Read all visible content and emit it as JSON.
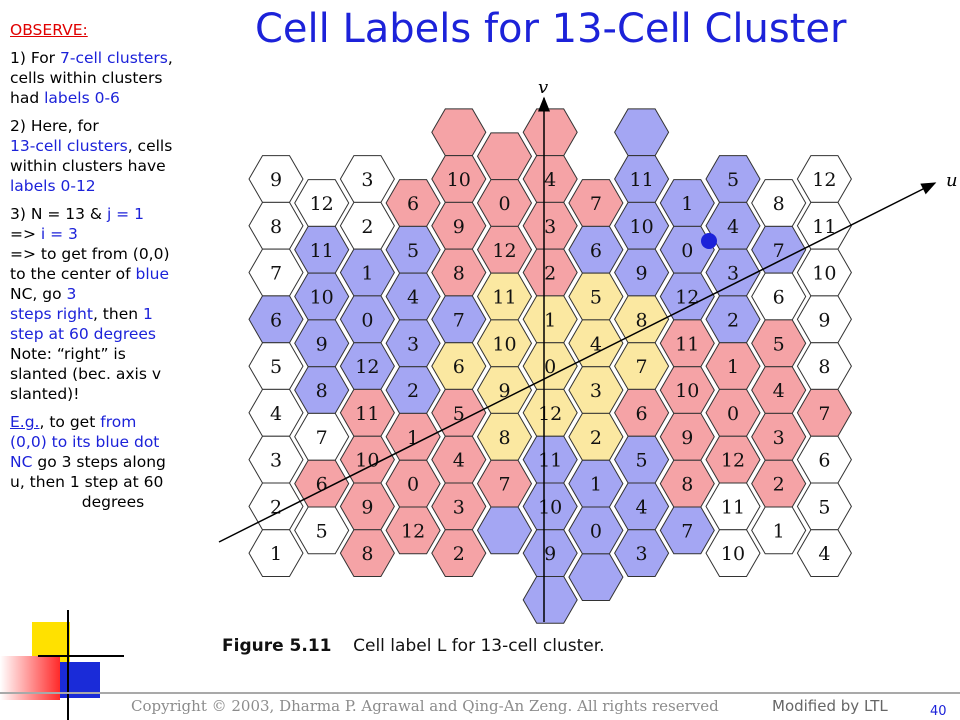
{
  "slide": {
    "title": "Cell Labels for 13-Cell Cluster",
    "page_number": "40",
    "copyright": "Copyright © 2003, Dharma P. Agrawal and Qing-An Zeng. All rights reserved",
    "modified": "Modified  by LTL"
  },
  "notes": {
    "observe": "OBSERVE:",
    "p1": {
      "a": "1) For ",
      "b": "7-cell clusters",
      "c": ",",
      "d": "cells within clusters",
      "e": "had ",
      "f": "labels 0-6"
    },
    "p2": {
      "a": "2) Here, for",
      "b": "13-cell clusters",
      "c": ", cells",
      "d": "within clusters have",
      "e": "labels 0-12"
    },
    "p3": {
      "a": "3) N = 13 & ",
      "b": "j = 1",
      "c": "=> ",
      "d": "i = 3",
      "e": "=> to get from (0,0)",
      "f": "to the center of ",
      "g": "blue",
      "h": "NC, go ",
      "i": "3",
      "j": "steps right",
      "k": ", then ",
      "l": "1",
      "m": "step at 60 degrees",
      "n": "Note: “right” is",
      "o": "slanted (bec. axis v",
      "p": "slanted)!"
    },
    "p4": {
      "a": "E.g.",
      "b": ", to get ",
      "c": "from",
      "d": "(0,0) to its blue dot",
      "e": "NC",
      "f": " go 3 steps along",
      "g": "u, then 1 step at 60",
      "h": "degrees"
    }
  },
  "figure": {
    "caption_bold": "Figure 5.11",
    "caption_text": "Cell label L for 13-cell cluster.",
    "axis_u": "u",
    "axis_v": "v",
    "colors": {
      "white": "#ffffff",
      "pink": "#f5a3a6",
      "blue": "#a4a6f3",
      "yellow": "#fbe8a1",
      "outline": "#333333",
      "dot": "#1c22d9"
    },
    "columns": [
      {
        "col": 0,
        "cells": [
          {
            "L": "9",
            "c": "w"
          },
          {
            "L": "8",
            "c": "w"
          },
          {
            "L": "7",
            "c": "w"
          },
          {
            "L": "6",
            "c": "b"
          },
          {
            "L": "5",
            "c": "w"
          },
          {
            "L": "4",
            "c": "w"
          },
          {
            "L": "3",
            "c": "w"
          },
          {
            "L": "2",
            "c": "w"
          },
          {
            "L": "1",
            "c": "w"
          }
        ]
      },
      {
        "col": 1,
        "cells": [
          {
            "L": "12",
            "c": "w"
          },
          {
            "L": "11",
            "c": "b"
          },
          {
            "L": "10",
            "c": "b"
          },
          {
            "L": "9",
            "c": "b"
          },
          {
            "L": "8",
            "c": "b"
          },
          {
            "L": "7",
            "c": "w"
          },
          {
            "L": "6",
            "c": "p"
          },
          {
            "L": "5",
            "c": "w"
          }
        ]
      },
      {
        "col": 2,
        "cells": [
          {
            "L": "3",
            "c": "w"
          },
          {
            "L": "2",
            "c": "w"
          },
          {
            "L": "1",
            "c": "b"
          },
          {
            "L": "0",
            "c": "b"
          },
          {
            "L": "12",
            "c": "b"
          },
          {
            "L": "11",
            "c": "p"
          },
          {
            "L": "10",
            "c": "p"
          },
          {
            "L": "9",
            "c": "p"
          },
          {
            "L": "8",
            "c": "p"
          }
        ]
      },
      {
        "col": 3,
        "cells": [
          {
            "L": "6",
            "c": "p"
          },
          {
            "L": "5",
            "c": "b"
          },
          {
            "L": "4",
            "c": "b"
          },
          {
            "L": "3",
            "c": "b"
          },
          {
            "L": "2",
            "c": "b"
          },
          {
            "L": "1",
            "c": "p"
          },
          {
            "L": "0",
            "c": "p"
          },
          {
            "L": "12",
            "c": "p"
          }
        ]
      },
      {
        "col": 4,
        "cells": [
          {
            "L": "10",
            "c": "p"
          },
          {
            "L": "9",
            "c": "p"
          },
          {
            "L": "8",
            "c": "p"
          },
          {
            "L": "7",
            "c": "b"
          },
          {
            "L": "6",
            "c": "y"
          },
          {
            "L": "5",
            "c": "p"
          },
          {
            "L": "4",
            "c": "p"
          },
          {
            "L": "3",
            "c": "p"
          },
          {
            "L": "2",
            "c": "p"
          }
        ]
      },
      {
        "col": 5,
        "cells": [
          {
            "L": "0",
            "c": "p"
          },
          {
            "L": "12",
            "c": "p"
          },
          {
            "L": "11",
            "c": "y"
          },
          {
            "L": "10",
            "c": "y"
          },
          {
            "L": "9",
            "c": "y"
          },
          {
            "L": "8",
            "c": "y"
          },
          {
            "L": "7",
            "c": "p"
          }
        ]
      },
      {
        "col": 6,
        "cells": [
          {
            "L": "4",
            "c": "p"
          },
          {
            "L": "3",
            "c": "p"
          },
          {
            "L": "2",
            "c": "p"
          },
          {
            "L": "1",
            "c": "y"
          },
          {
            "L": "0",
            "c": "y"
          },
          {
            "L": "12",
            "c": "y"
          },
          {
            "L": "11",
            "c": "b"
          },
          {
            "L": "10",
            "c": "b"
          },
          {
            "L": "9",
            "c": "b"
          }
        ]
      },
      {
        "col": 7,
        "cells": [
          {
            "L": "7",
            "c": "p"
          },
          {
            "L": "6",
            "c": "b"
          },
          {
            "L": "5",
            "c": "y"
          },
          {
            "L": "4",
            "c": "y"
          },
          {
            "L": "3",
            "c": "y"
          },
          {
            "L": "2",
            "c": "y"
          },
          {
            "L": "1",
            "c": "b"
          },
          {
            "L": "0",
            "c": "b"
          }
        ]
      },
      {
        "col": 8,
        "cells": [
          {
            "L": "11",
            "c": "b"
          },
          {
            "L": "10",
            "c": "b"
          },
          {
            "L": "9",
            "c": "b"
          },
          {
            "L": "8",
            "c": "y"
          },
          {
            "L": "7",
            "c": "y"
          },
          {
            "L": "6",
            "c": "p"
          },
          {
            "L": "5",
            "c": "b"
          },
          {
            "L": "4",
            "c": "b"
          },
          {
            "L": "3",
            "c": "b"
          }
        ]
      },
      {
        "col": 9,
        "cells": [
          {
            "L": "1",
            "c": "b"
          },
          {
            "L": "0",
            "c": "b"
          },
          {
            "L": "12",
            "c": "b"
          },
          {
            "L": "11",
            "c": "p"
          },
          {
            "L": "10",
            "c": "p"
          },
          {
            "L": "9",
            "c": "p"
          },
          {
            "L": "8",
            "c": "p"
          },
          {
            "L": "7",
            "c": "b"
          }
        ]
      },
      {
        "col": 10,
        "cells": [
          {
            "L": "5",
            "c": "b"
          },
          {
            "L": "4",
            "c": "b"
          },
          {
            "L": "3",
            "c": "b"
          },
          {
            "L": "2",
            "c": "b"
          },
          {
            "L": "1",
            "c": "p"
          },
          {
            "L": "0",
            "c": "p"
          },
          {
            "L": "12",
            "c": "p"
          },
          {
            "L": "11",
            "c": "w"
          },
          {
            "L": "10",
            "c": "w"
          }
        ]
      },
      {
        "col": 11,
        "cells": [
          {
            "L": "8",
            "c": "w"
          },
          {
            "L": "7",
            "c": "b"
          },
          {
            "L": "6",
            "c": "w"
          },
          {
            "L": "5",
            "c": "p"
          },
          {
            "L": "4",
            "c": "p"
          },
          {
            "L": "3",
            "c": "p"
          },
          {
            "L": "2",
            "c": "p"
          },
          {
            "L": "1",
            "c": "w"
          }
        ]
      },
      {
        "col": 12,
        "cells": [
          {
            "L": "12",
            "c": "w"
          },
          {
            "L": "11",
            "c": "w"
          },
          {
            "L": "10",
            "c": "w"
          },
          {
            "L": "9",
            "c": "w"
          },
          {
            "L": "8",
            "c": "w"
          },
          {
            "L": "7",
            "c": "p"
          },
          {
            "L": "6",
            "c": "w"
          },
          {
            "L": "5",
            "c": "w"
          },
          {
            "L": "4",
            "c": "w"
          }
        ]
      }
    ]
  }
}
